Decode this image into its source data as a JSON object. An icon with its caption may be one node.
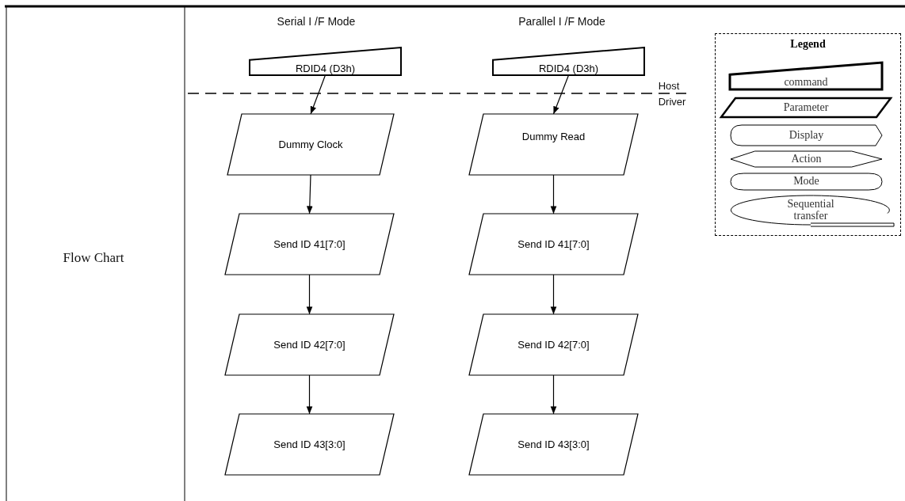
{
  "diagram": {
    "nodes": [
      {
        "text": [
          "RDID4 (D3h)"
        ]
      },
      {
        "text": [
          "Dummy Clock"
        ]
      },
      {
        "text": [
          "Send ID 41[7:0]"
        ]
      },
      {
        "text": [
          "Send ID 42[7:0]"
        ]
      },
      {
        "text": [
          "Send ID 43[3:0]"
        ]
      },
      {
        "text": [
          "RDID4 (D3h)"
        ]
      },
      {
        "text": [
          "Dummy Read"
        ]
      },
      {
        "text": [
          "Send ID 41[7:0]"
        ]
      },
      {
        "text": [
          "Send ID 42[7:0]"
        ]
      },
      {
        "text": [
          "Send ID 43[3:0]"
        ]
      },
      {
        "text": [
          "Legend"
        ]
      },
      {
        "text": [
          "command"
        ],
        "in": 10
      },
      {
        "text": [
          "Parameter"
        ],
        "in": 10
      },
      {
        "text": [
          "Display"
        ],
        "in": 10
      },
      {
        "text": [
          "Action"
        ],
        "in": 10
      },
      {
        "text": [
          "Mode"
        ],
        "in": 10
      },
      {
        "text": [
          "Sequential transfer"
        ],
        "in": 10
      }
    ],
    "edges": [
      {
        "from": 0,
        "to": 1,
        "arrow": "to"
      },
      {
        "from": 1,
        "to": 2,
        "arrow": "to"
      },
      {
        "from": 2,
        "to": 3,
        "arrow": "to"
      },
      {
        "from": 3,
        "to": 4,
        "arrow": "to"
      },
      {
        "from": 5,
        "to": 6,
        "arrow": "to"
      },
      {
        "from": 6,
        "to": 7,
        "arrow": "to"
      },
      {
        "from": 7,
        "to": 8,
        "arrow": "to"
      },
      {
        "from": 8,
        "to": 9,
        "arrow": "to"
      }
    ],
    "labels": [
      "Flow Chart",
      "Serial I /F Mode",
      "Parallel I /F Mode",
      "Host",
      "Driver"
    ]
  }
}
